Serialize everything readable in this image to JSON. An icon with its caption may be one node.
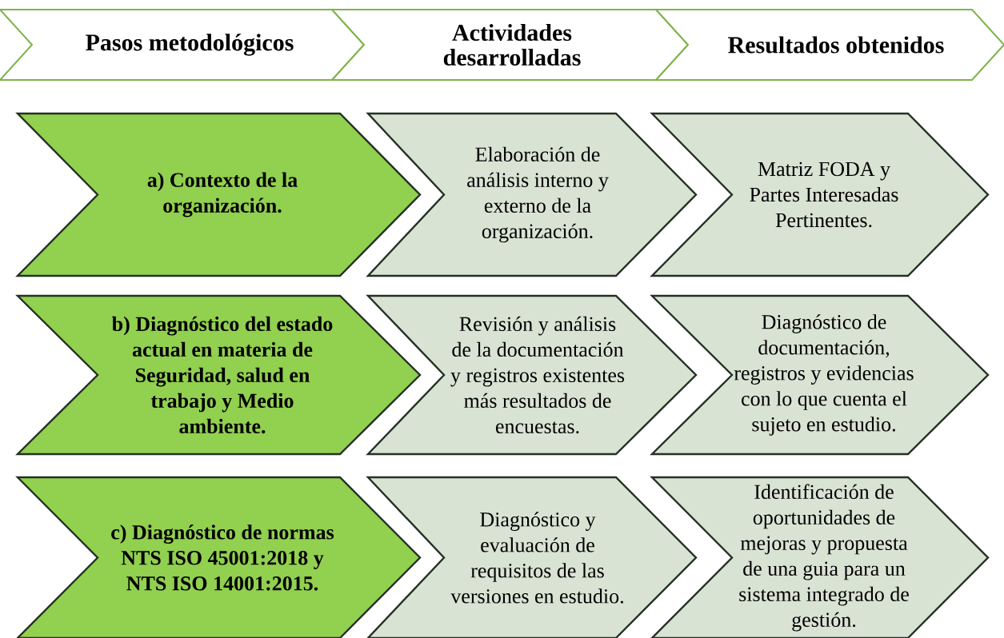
{
  "diagram": {
    "nodes": [
      {
        "text": [
          "Pasos metodológicos"
        ]
      },
      {
        "text": [
          "Actividades desarrolladas"
        ]
      },
      {
        "text": [
          "Resultados obtenidos"
        ]
      },
      {
        "text": [
          "a) Contexto de la organización."
        ]
      },
      {
        "text": [
          "Elaboración de análisis interno y externo de la organización."
        ]
      },
      {
        "text": [
          "Matriz FODA y Partes Interesadas Pertinentes."
        ]
      },
      {
        "text": [
          "b) Diagnóstico del estado actual en materia de Seguridad, salud en trabajo y Medio ambiente."
        ]
      },
      {
        "text": [
          "Revisión y análisis de la documentación y registros existentes más resultados de encuestas."
        ]
      },
      {
        "text": [
          "Diagnóstico de documentación, registros y evidencias con lo que cuenta el sujeto en estudio."
        ]
      },
      {
        "text": [
          "c) Diagnóstico de normas NTS ISO 45001:2018 y NTS ISO 14001:2015."
        ]
      },
      {
        "text": [
          "Diagnóstico y evaluación de requisitos de las versiones en estudio."
        ]
      },
      {
        "text": [
          "Identificación de oportunidades de mejoras y propuesta de una guia para un sistema integrado de gestión."
        ]
      }
    ]
  }
}
